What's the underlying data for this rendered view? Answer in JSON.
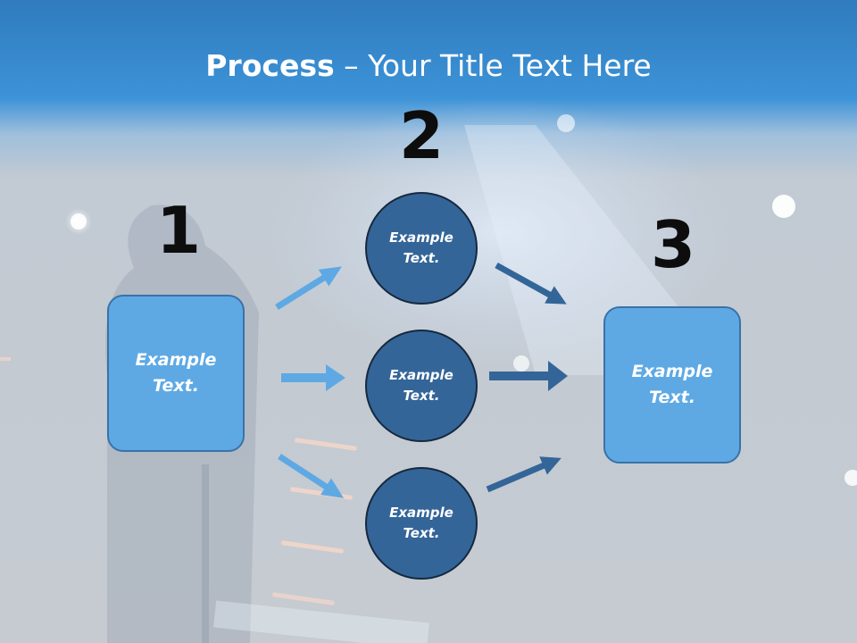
{
  "slide": {
    "title_bold": "Process",
    "title_rest": " – Your Title Text Here"
  },
  "steps": {
    "one": "1",
    "two": "2",
    "three": "3"
  },
  "nodes": {
    "left_box": "Example Text.",
    "circle_top": "Example Text.",
    "circle_middle": "Example Text.",
    "circle_bottom": "Example Text.",
    "right_box": "Example Text."
  },
  "colors": {
    "header_blue": "#3d93d8",
    "box_fill": "#5ea9e4",
    "circle_fill": "#346598",
    "light_arrow": "#5ea9e4",
    "dark_arrow": "#346598"
  }
}
